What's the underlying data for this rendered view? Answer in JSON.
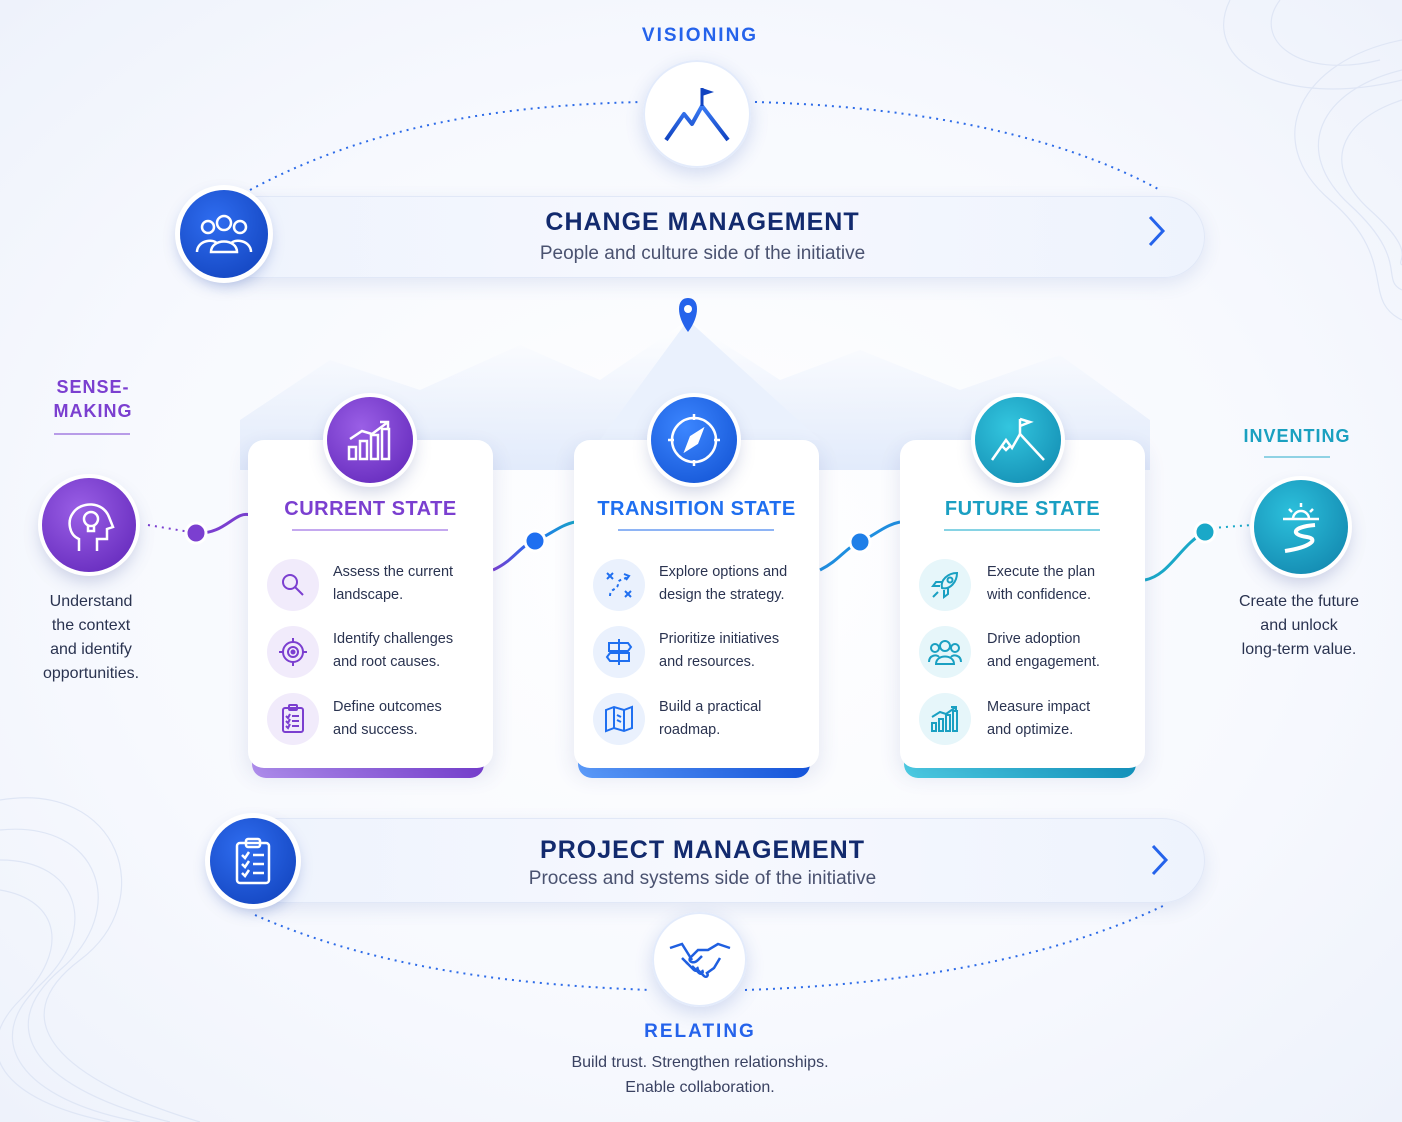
{
  "visioning": {
    "label": "VISIONING",
    "icon": "mountain-flag-icon"
  },
  "change_management": {
    "title": "CHANGE MANAGEMENT",
    "subtitle": "People and culture side of the initiative",
    "icon": "people-group-icon"
  },
  "sense_making": {
    "label_line1": "SENSE-",
    "label_line2": "MAKING",
    "desc_lines": [
      "Understand",
      "the context",
      "and identify",
      "opportunities."
    ],
    "icon": "head-lightbulb-icon",
    "color": "#7b3fd0"
  },
  "inventing": {
    "label": "INVENTING",
    "desc_lines": [
      "Create the future",
      "and unlock",
      "long-term value."
    ],
    "icon": "sunrise-road-icon",
    "color": "#1fa3c4"
  },
  "states": [
    {
      "title": "CURRENT STATE",
      "color": "#7b3fd0",
      "icon": "bar-chart-icon",
      "items": [
        {
          "icon": "search-icon",
          "line1": "Assess the current",
          "line2": "landscape."
        },
        {
          "icon": "target-icon",
          "line1": "Identify challenges",
          "line2": "and root causes."
        },
        {
          "icon": "clipboard-checklist-icon",
          "line1": "Define outcomes",
          "line2": "and success."
        }
      ]
    },
    {
      "title": "TRANSITION STATE",
      "color": "#1f6ff0",
      "icon": "compass-icon",
      "items": [
        {
          "icon": "route-icon",
          "line1": "Explore options and",
          "line2": "design the strategy."
        },
        {
          "icon": "signpost-icon",
          "line1": "Prioritize initiatives",
          "line2": "and resources."
        },
        {
          "icon": "map-icon",
          "line1": "Build a practical",
          "line2": "roadmap."
        }
      ]
    },
    {
      "title": "FUTURE STATE",
      "color": "#1aa8c8",
      "icon": "mountain-flag-icon",
      "items": [
        {
          "icon": "rocket-icon",
          "line1": "Execute the plan",
          "line2": "with confidence."
        },
        {
          "icon": "people-icon",
          "line1": "Drive adoption",
          "line2": "and engagement."
        },
        {
          "icon": "growth-chart-icon",
          "line1": "Measure impact",
          "line2": "and optimize."
        }
      ]
    }
  ],
  "project_management": {
    "title": "PROJECT MANAGEMENT",
    "subtitle": "Process and systems side of the initiative",
    "icon": "clipboard-list-icon"
  },
  "relating": {
    "label": "RELATING",
    "desc_line1": "Build trust. Strengthen relationships.",
    "desc_line2": "Enable collaboration.",
    "icon": "handshake-icon"
  }
}
